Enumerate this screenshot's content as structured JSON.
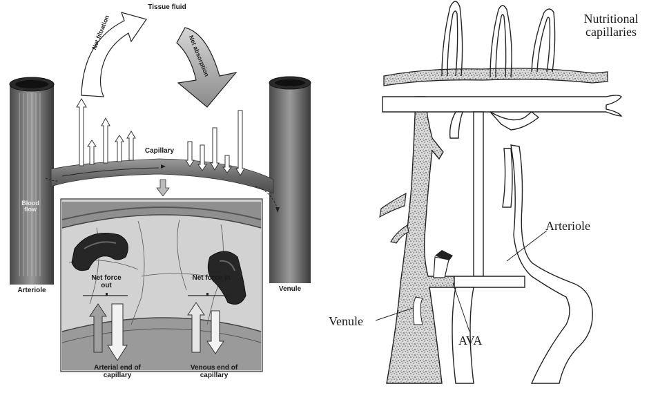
{
  "left_diagram": {
    "tissue_fluid": "Tissue fluid",
    "net_filtration": "Net filtration",
    "net_absorption": "Net absorption",
    "capillary": "Capillary",
    "blood_flow": "Blood flow",
    "arteriole": "Arteriole",
    "venule": "Venule",
    "net_force_out": "Net force out",
    "net_force_in": "Net force in",
    "arterial_end": "Arterial end of capillary",
    "venous_end": "Venous end of capillary"
  },
  "right_diagram": {
    "nutritional_capillaries": "Nutritional capillaries",
    "arteriole": "Arteriole",
    "venule": "Venule",
    "ava": "AVA"
  }
}
